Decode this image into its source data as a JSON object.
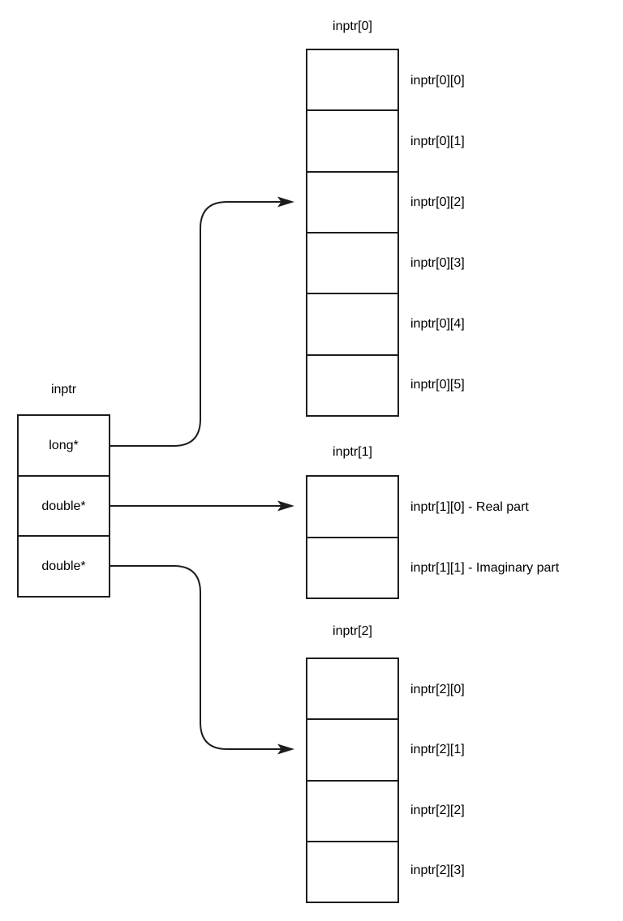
{
  "colors": {
    "stroke": "#1d1d1d",
    "text": "#000000",
    "background": "#ffffff"
  },
  "pointer_box": {
    "title": "inptr",
    "cells": [
      {
        "type": "long*"
      },
      {
        "type": "double*"
      },
      {
        "type": "double*"
      }
    ]
  },
  "arrays": [
    {
      "title": "inptr[0]",
      "labels": [
        "inptr[0][0]",
        "inptr[0][1]",
        "inptr[0][2]",
        "inptr[0][3]",
        "inptr[0][4]",
        "inptr[0][5]"
      ]
    },
    {
      "title": "inptr[1]",
      "labels": [
        "inptr[1][0] - Real part",
        "inptr[1][1] - Imaginary part"
      ]
    },
    {
      "title": "inptr[2]",
      "labels": [
        "inptr[2][0]",
        "inptr[2][1]",
        "inptr[2][2]",
        "inptr[2][3]"
      ]
    }
  ]
}
